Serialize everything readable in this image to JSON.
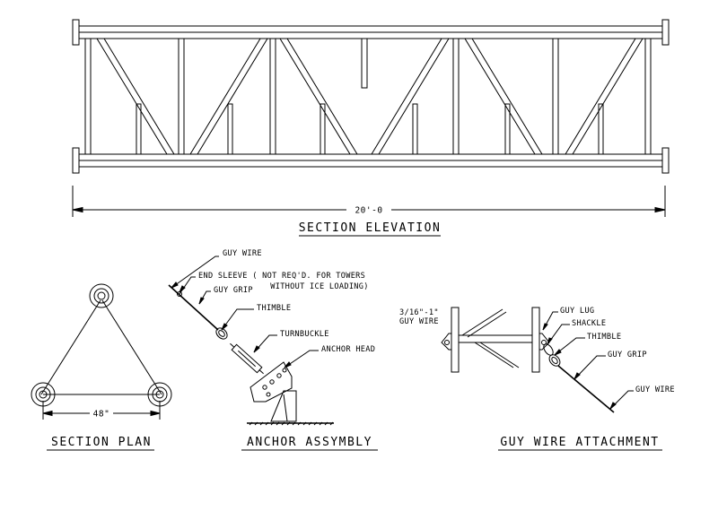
{
  "elevation": {
    "title": "SECTION ELEVATION",
    "dimension": "20'-0"
  },
  "plan": {
    "title": "SECTION PLAN",
    "dimension": "48\""
  },
  "anchor": {
    "title": "ANCHOR ASSYMBLY",
    "labels": {
      "guy_wire": "GUY WIRE",
      "end_sleeve_1": "END SLEEVE ( NOT REQ'D. FOR TOWERS",
      "end_sleeve_2": "WITHOUT ICE LOADING)",
      "guy_grip": "GUY GRIP",
      "thimble": "THIMBLE",
      "turnbuckle": "TURNBUCKLE",
      "anchor_head": "ANCHOR HEAD"
    }
  },
  "attachment": {
    "title": "GUY WIRE ATTACHMENT",
    "labels": {
      "size_1": "3/16\"-1\"",
      "size_2": "GUY WIRE",
      "guy_lug": "GUY LUG",
      "shackle": "SHACKLE",
      "thimble": "THIMBLE",
      "guy_grip": "GUY GRIP",
      "guy_wire": "GUY WIRE"
    }
  }
}
